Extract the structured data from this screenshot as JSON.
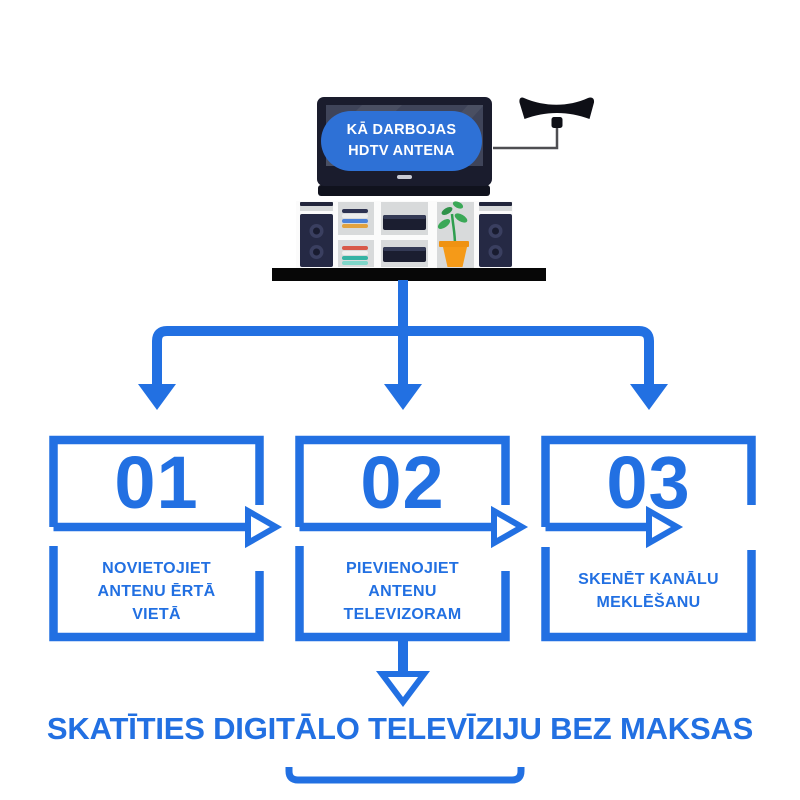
{
  "palette": {
    "accent_blue": "#2270E2",
    "bubble_blue": "#2E71D6",
    "tv_frame_dark": "#1A1C2D",
    "tv_screen": "#3F4459",
    "shelf_board_black": "#070707",
    "pot_orange": "#F59A18",
    "leaf_green": "#3AA857",
    "text_white": "#FFFFFF"
  },
  "tv_callout": {
    "line1": "KĀ DARBOJAS",
    "line2": "HDTV ANTENA"
  },
  "steps": [
    {
      "number": "01",
      "lines": [
        "NOVIETOJIET",
        "ANTENU ĒRTĀ",
        "VIETĀ"
      ]
    },
    {
      "number": "02",
      "lines": [
        "PIEVIENOJIET",
        "ANTENU",
        "TELEVIZORAM"
      ]
    },
    {
      "number": "03",
      "lines": [
        "SKENĒT KANĀLU",
        "MEKLĒŠANU"
      ]
    }
  ],
  "footer": {
    "title": "SKATĪTIES DIGITĀLO TELEVĪZIJU BEZ MAKSAS"
  },
  "illustration": {
    "icons": [
      "hdtv-antenna-icon",
      "tv-icon",
      "speaker-icon",
      "books-icon",
      "media-player-icon",
      "plant-icon",
      "shelf-board"
    ]
  }
}
